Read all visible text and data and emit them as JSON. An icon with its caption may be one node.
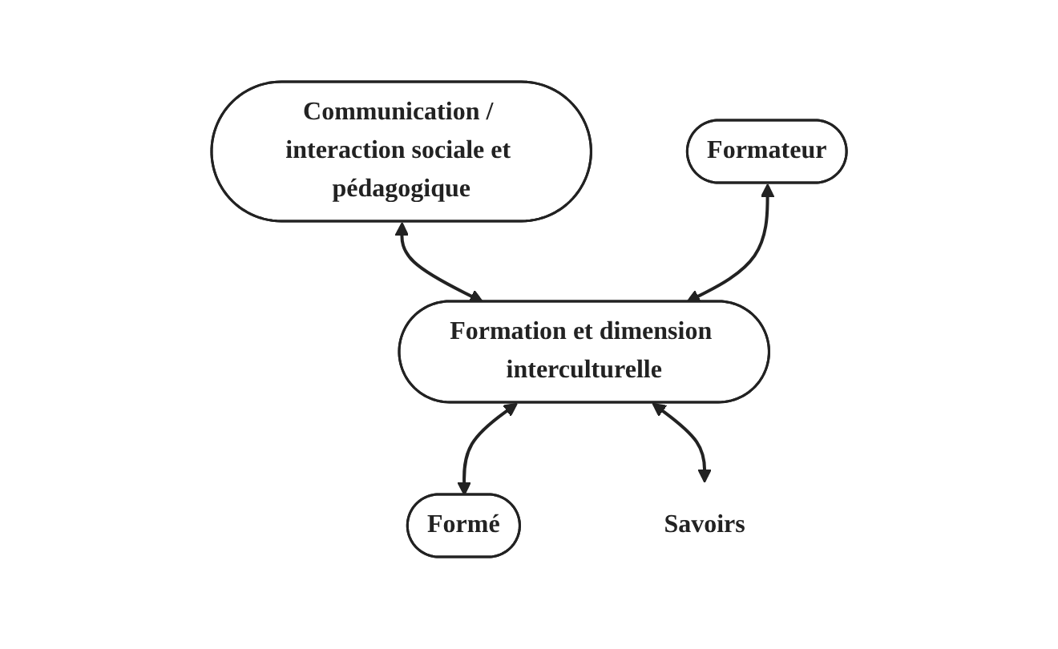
{
  "diagram": {
    "nodes": [
      {
        "text": [
          "Communication / interaction sociale et pédagogique"
        ]
      },
      {
        "text": [
          "Formateur"
        ]
      },
      {
        "text": [
          "Formation et dimension interculturelle"
        ]
      },
      {
        "text": [
          "Formé"
        ]
      },
      {
        "text": [
          "Savoirs"
        ]
      }
    ],
    "edges": [
      {
        "from": 0,
        "to": 2,
        "arrow": "both"
      },
      {
        "from": 1,
        "to": 2,
        "arrow": "both"
      },
      {
        "from": 2,
        "to": 3,
        "arrow": "both"
      },
      {
        "from": 2,
        "to": 4,
        "arrow": "both"
      }
    ]
  }
}
